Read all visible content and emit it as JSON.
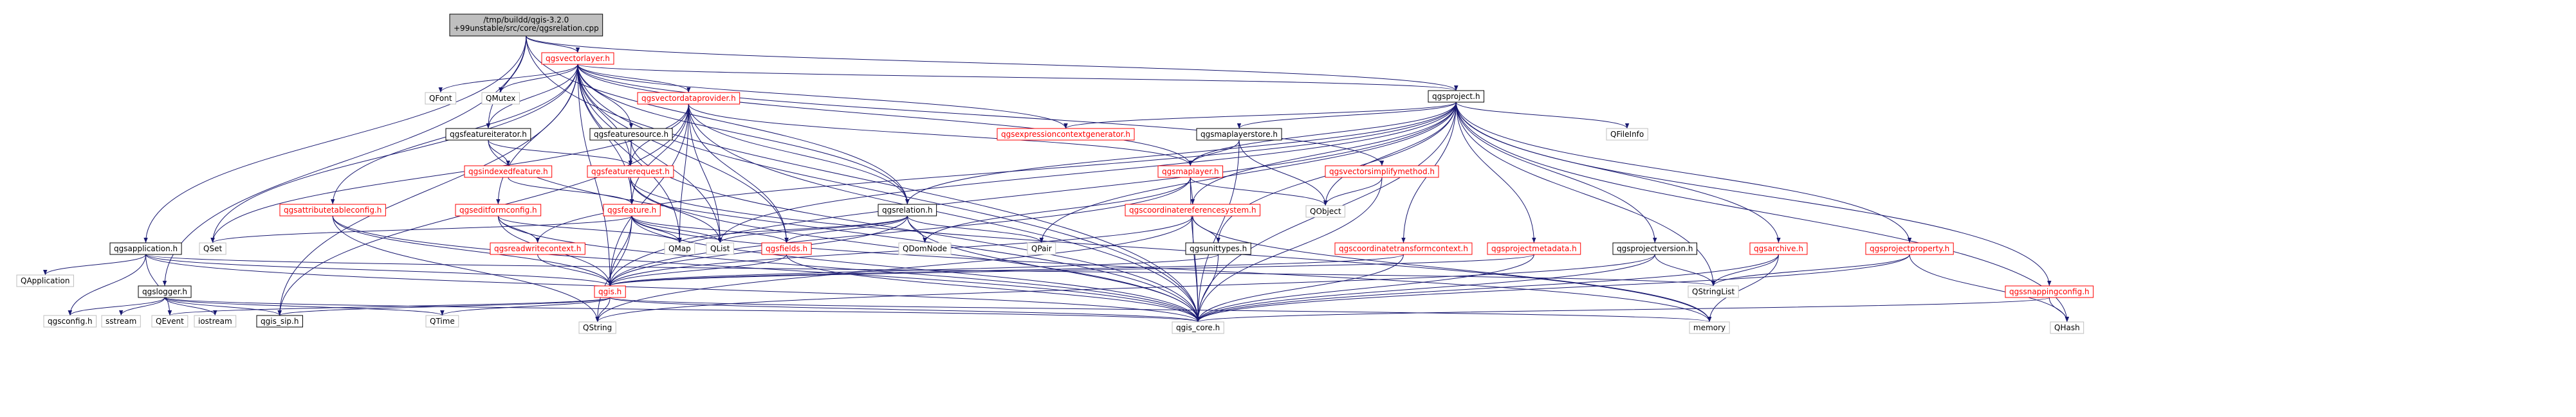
{
  "diagram": {
    "title": "/tmp/buildd/qgis-3.2.0+99unstable/src/core/qgsrelation.cpp",
    "root_lines": [
      "/tmp/buildd/qgis-3.2.0",
      "+99unstable/src/core/qgsrelation.cpp"
    ],
    "colors": {
      "edge": "#191970",
      "red_node": "#ff0000",
      "gray_node": "#bfbfbf",
      "root_fill": "#bfbfbf"
    },
    "nodes": [
      {
        "id": "root",
        "label": "/tmp/buildd/qgis-3.2.0 +99unstable/src/core/qgsrelation.cpp",
        "style": "root"
      },
      {
        "id": "qgsvectorlayer",
        "label": "qgsvectorlayer.h",
        "style": "red"
      },
      {
        "id": "qgsproject",
        "label": "qgsproject.h",
        "style": "black"
      },
      {
        "id": "qgsvectordataprovider",
        "label": "qgsvectordataprovider.h",
        "style": "red"
      },
      {
        "id": "qfont",
        "label": "QFont",
        "style": "gray"
      },
      {
        "id": "qmutex",
        "label": "QMutex",
        "style": "gray"
      },
      {
        "id": "qgsfeatureiterator",
        "label": "qgsfeatureiterator.h",
        "style": "black"
      },
      {
        "id": "qgsfeaturesource",
        "label": "qgsfeaturesource.h",
        "style": "black"
      },
      {
        "id": "qgsexpressioncontextgenerator",
        "label": "qgsexpressioncontextgenerator.h",
        "style": "red"
      },
      {
        "id": "qfileinfo",
        "label": "QFileInfo",
        "style": "gray"
      },
      {
        "id": "qgsmaplayerstore",
        "label": "qgsmaplayerstore.h",
        "style": "black"
      },
      {
        "id": "qgsvectorsimplifymethod",
        "label": "qgsvectorsimplifymethod.h",
        "style": "red"
      },
      {
        "id": "qgsindexedfeature",
        "label": "qgsindexedfeature.h",
        "style": "red"
      },
      {
        "id": "qgsfeaturerequest",
        "label": "qgsfeaturerequest.h",
        "style": "red"
      },
      {
        "id": "qgsmaplayer",
        "label": "qgsmaplayer.h",
        "style": "red"
      },
      {
        "id": "qobject",
        "label": "QObject",
        "style": "gray"
      },
      {
        "id": "qgsattributetableconfig",
        "label": "qgsattributetableconfig.h",
        "style": "red"
      },
      {
        "id": "qgseditformconfig",
        "label": "qgseditformconfig.h",
        "style": "red"
      },
      {
        "id": "qgsfeature",
        "label": "qgsfeature.h",
        "style": "red"
      },
      {
        "id": "qgsrelation",
        "label": "qgsrelation.h",
        "style": "black"
      },
      {
        "id": "qgscoordinatereferencesystem",
        "label": "qgscoordinatereferencesystem.h",
        "style": "red"
      },
      {
        "id": "qset",
        "label": "QSet",
        "style": "gray"
      },
      {
        "id": "qgsreadwritecontext",
        "label": "qgsreadwritecontext.h",
        "style": "red"
      },
      {
        "id": "qmap",
        "label": "QMap",
        "style": "gray"
      },
      {
        "id": "qlist",
        "label": "QList",
        "style": "gray"
      },
      {
        "id": "qgsfields",
        "label": "qgsfields.h",
        "style": "red"
      },
      {
        "id": "qdomnode",
        "label": "QDomNode",
        "style": "gray"
      },
      {
        "id": "qpair",
        "label": "QPair",
        "style": "gray"
      },
      {
        "id": "qgsunittypes",
        "label": "qgsunittypes.h",
        "style": "black"
      },
      {
        "id": "qgscoordinatetransformcontext",
        "label": "qgscoordinatetransformcontext.h",
        "style": "red"
      },
      {
        "id": "qgsprojectmetadata",
        "label": "qgsprojectmetadata.h",
        "style": "red"
      },
      {
        "id": "qgsprojectversion",
        "label": "qgsprojectversion.h",
        "style": "black"
      },
      {
        "id": "qgsarchive",
        "label": "qgsarchive.h",
        "style": "red"
      },
      {
        "id": "qgsprojectproperty",
        "label": "qgsprojectproperty.h",
        "style": "red"
      },
      {
        "id": "qgssnappingconfig",
        "label": "qgssnappingconfig.h",
        "style": "red"
      },
      {
        "id": "qgsapplication",
        "label": "qgsapplication.h",
        "style": "black"
      },
      {
        "id": "qapplication",
        "label": "QApplication",
        "style": "gray"
      },
      {
        "id": "qgslogger",
        "label": "qgslogger.h",
        "style": "black"
      },
      {
        "id": "qgis",
        "label": "qgis.h",
        "style": "red"
      },
      {
        "id": "qstringlist",
        "label": "QStringList",
        "style": "gray"
      },
      {
        "id": "qgsconfig",
        "label": "qgsconfig.h",
        "style": "gray"
      },
      {
        "id": "sstream",
        "label": "sstream",
        "style": "gray"
      },
      {
        "id": "qevent",
        "label": "QEvent",
        "style": "gray"
      },
      {
        "id": "iostream",
        "label": "iostream",
        "style": "gray"
      },
      {
        "id": "qgis_sip",
        "label": "qgis_sip.h",
        "style": "black"
      },
      {
        "id": "qtime",
        "label": "QTime",
        "style": "gray"
      },
      {
        "id": "qstring",
        "label": "QString",
        "style": "gray"
      },
      {
        "id": "qgis_core",
        "label": "qgis_core.h",
        "style": "gray"
      },
      {
        "id": "memory",
        "label": "memory",
        "style": "gray"
      },
      {
        "id": "qhash",
        "label": "QHash",
        "style": "gray"
      }
    ],
    "edges": [
      [
        "root",
        "qgsvectorlayer"
      ],
      [
        "root",
        "qgsproject"
      ],
      [
        "root",
        "qgsrelation"
      ],
      [
        "root",
        "qgsfeatureiterator"
      ],
      [
        "root",
        "qgsapplication"
      ],
      [
        "root",
        "qgslogger"
      ],
      [
        "root",
        "qgis_core"
      ],
      [
        "qgsvectorlayer",
        "qfont"
      ],
      [
        "qgsvectorlayer",
        "qmutex"
      ],
      [
        "qgsvectorlayer",
        "qgsvectordataprovider"
      ],
      [
        "qgsvectorlayer",
        "qgsfeatureiterator"
      ],
      [
        "qgsvectorlayer",
        "qgsfeaturesource"
      ],
      [
        "qgsvectorlayer",
        "qgsexpressioncontextgenerator"
      ],
      [
        "qgsvectorlayer",
        "qgsproject"
      ],
      [
        "qgsvectorlayer",
        "qgsvectorsimplifymethod"
      ],
      [
        "qgsvectorlayer",
        "qgsmaplayer"
      ],
      [
        "qgsvectorlayer",
        "qgsattributetableconfig"
      ],
      [
        "qgsvectorlayer",
        "qgseditformconfig"
      ],
      [
        "qgsvectorlayer",
        "qgsfeature"
      ],
      [
        "qgsvectorlayer",
        "qgsrelation"
      ],
      [
        "qgsvectorlayer",
        "qset"
      ],
      [
        "qgsvectorlayer",
        "qmap"
      ],
      [
        "qgsvectorlayer",
        "qlist"
      ],
      [
        "qgsvectorlayer",
        "qgsfields"
      ],
      [
        "qgsvectorlayer",
        "qgis"
      ],
      [
        "qgsvectorlayer",
        "qgis_sip"
      ],
      [
        "qgsvectorlayer",
        "qgsfeaturerequest"
      ],
      [
        "qgsvectorlayer",
        "qgis_core"
      ],
      [
        "qgsvectordataprovider",
        "qgsfeaturerequest"
      ],
      [
        "qgsvectordataprovider",
        "qgsfeature"
      ],
      [
        "qgsvectordataprovider",
        "qgsrelation"
      ],
      [
        "qgsvectordataprovider",
        "qgsfields"
      ],
      [
        "qgsvectordataprovider",
        "qmap"
      ],
      [
        "qgsvectordataprovider",
        "qlist"
      ],
      [
        "qgsvectordataprovider",
        "qset"
      ],
      [
        "qgsvectordataprovider",
        "qgis"
      ],
      [
        "qgsvectordataprovider",
        "qgis_core"
      ],
      [
        "qgsvectordataprovider",
        "qgis_sip"
      ],
      [
        "qgsvectordataprovider",
        "qgsmaplayer"
      ],
      [
        "qgsproject",
        "qgsexpressioncontextgenerator"
      ],
      [
        "qgsproject",
        "qfileinfo"
      ],
      [
        "qgsproject",
        "qgsmaplayerstore"
      ],
      [
        "qgsproject",
        "qgsmaplayer"
      ],
      [
        "qgsproject",
        "qobject"
      ],
      [
        "qgsproject",
        "qgscoordinatereferencesystem"
      ],
      [
        "qgsproject",
        "qgsunittypes"
      ],
      [
        "qgsproject",
        "qgscoordinatetransformcontext"
      ],
      [
        "qgsproject",
        "qgsprojectmetadata"
      ],
      [
        "qgsproject",
        "qgsprojectversion"
      ],
      [
        "qgsproject",
        "qgsarchive"
      ],
      [
        "qgsproject",
        "qgsprojectproperty"
      ],
      [
        "qgsproject",
        "qgssnappingconfig"
      ],
      [
        "qgsproject",
        "qstringlist"
      ],
      [
        "qgsproject",
        "qhash"
      ],
      [
        "qgsproject",
        "qgis_core"
      ],
      [
        "qgsproject",
        "qlist"
      ],
      [
        "qgsproject",
        "qpair"
      ],
      [
        "qgsproject",
        "qgsrelation"
      ],
      [
        "qgsproject",
        "qgsreadwritecontext"
      ],
      [
        "qgsproject",
        "qgis"
      ],
      [
        "qgsfeatureiterator",
        "qgsindexedfeature"
      ],
      [
        "qgsfeatureiterator",
        "qgsfeaturerequest"
      ],
      [
        "qgsfeatureiterator",
        "qgis_core"
      ],
      [
        "qgsfeaturesource",
        "qgsfeaturerequest"
      ],
      [
        "qgsfeaturesource",
        "qgis_core"
      ],
      [
        "qgsmaplayerstore",
        "qgsmaplayer"
      ],
      [
        "qgsmaplayerstore",
        "qobject"
      ],
      [
        "qgsmaplayerstore",
        "qgis_core"
      ],
      [
        "qgsvectorsimplifymethod",
        "qobject"
      ],
      [
        "qgsvectorsimplifymethod",
        "qgis_core"
      ],
      [
        "qgsindexedfeature",
        "qgsfeature"
      ],
      [
        "qgsfeaturerequest",
        "qgsfeature"
      ],
      [
        "qgsfeaturerequest",
        "qgis_core"
      ],
      [
        "qgsfeaturerequest",
        "qlist"
      ],
      [
        "qgsfeaturerequest",
        "memory"
      ],
      [
        "qgsmaplayer",
        "qobject"
      ],
      [
        "qgsmaplayer",
        "qgscoordinatereferencesystem"
      ],
      [
        "qgsmaplayer",
        "qgis"
      ],
      [
        "qgsmaplayer",
        "qdomnode"
      ],
      [
        "qgsmaplayer",
        "qgis_core"
      ],
      [
        "qgsattributetableconfig",
        "qgis_core"
      ],
      [
        "qgsattributetableconfig",
        "qstring"
      ],
      [
        "qgsattributetableconfig",
        "qgis"
      ],
      [
        "qgseditformconfig",
        "qgsreadwritecontext"
      ],
      [
        "qgseditformconfig",
        "qmap"
      ],
      [
        "qgseditformconfig",
        "qgis"
      ],
      [
        "qgseditformconfig",
        "qgis_core"
      ],
      [
        "qgsfeature",
        "qmap"
      ],
      [
        "qgsfeature",
        "qlist"
      ],
      [
        "qgsfeature",
        "qset"
      ],
      [
        "qgsfeature",
        "qgsfields"
      ],
      [
        "qgsfeature",
        "qgis"
      ],
      [
        "qgsfeature",
        "qstring"
      ],
      [
        "qgsfeature",
        "qgis_core"
      ],
      [
        "qgsfeature",
        "memory"
      ],
      [
        "qgsrelation",
        "qlist"
      ],
      [
        "qgsrelation",
        "qdomnode"
      ],
      [
        "qgsrelation",
        "qpair"
      ],
      [
        "qgsrelation",
        "qgsfields"
      ],
      [
        "qgsrelation",
        "qgis"
      ],
      [
        "qgsrelation",
        "qgis_core"
      ],
      [
        "qgsrelation",
        "qmap"
      ],
      [
        "qgscoordinatereferencesystem",
        "qgsunittypes"
      ],
      [
        "qgscoordinatereferencesystem",
        "qgis"
      ],
      [
        "qgscoordinatereferencesystem",
        "qgis_core"
      ],
      [
        "qgscoordinatereferencesystem",
        "qstring"
      ],
      [
        "qgscoordinatereferencesystem",
        "memory"
      ],
      [
        "qgsreadwritecontext",
        "qgis"
      ],
      [
        "qgsfields",
        "qgis"
      ],
      [
        "qgsfields",
        "qgis_core"
      ],
      [
        "qgsunittypes",
        "qgis"
      ],
      [
        "qgsunittypes",
        "qgis_core"
      ],
      [
        "qgscoordinatetransformcontext",
        "qgis"
      ],
      [
        "qgscoordinatetransformcontext",
        "qgis_core"
      ],
      [
        "qgsprojectmetadata",
        "qgis"
      ],
      [
        "qgsprojectmetadata",
        "qgis_core"
      ],
      [
        "qgsprojectversion",
        "qstringlist"
      ],
      [
        "qgsprojectversion",
        "qgis_core"
      ],
      [
        "qgsprojectversion",
        "qstring"
      ],
      [
        "qgsarchive",
        "qgis_core"
      ],
      [
        "qgsarchive",
        "qstringlist"
      ],
      [
        "qgsarchive",
        "memory"
      ],
      [
        "qgsprojectproperty",
        "qstringlist"
      ],
      [
        "qgsprojectproperty",
        "qhash"
      ],
      [
        "qgsprojectproperty",
        "qgis_core"
      ],
      [
        "qgssnappingconfig",
        "qgis_core"
      ],
      [
        "qgssnappingconfig",
        "qhash"
      ],
      [
        "qgsapplication",
        "qapplication"
      ],
      [
        "qgsapplication",
        "qevent"
      ],
      [
        "qgsapplication",
        "qgis"
      ],
      [
        "qgsapplication",
        "qgsconfig"
      ],
      [
        "qgsapplication",
        "qstringlist"
      ],
      [
        "qgsapplication",
        "qgis_core"
      ],
      [
        "qgslogger",
        "iostream"
      ],
      [
        "qgslogger",
        "sstream"
      ],
      [
        "qgslogger",
        "qtime"
      ],
      [
        "qgslogger",
        "qgsconfig"
      ],
      [
        "qgslogger",
        "qgis_core"
      ],
      [
        "qgslogger",
        "qgis_sip"
      ],
      [
        "qgis",
        "qevent"
      ],
      [
        "qgis",
        "qgis_sip"
      ],
      [
        "qgis",
        "qtime"
      ],
      [
        "qgis",
        "qstring"
      ],
      [
        "qgis",
        "qgis_core"
      ],
      [
        "qgis",
        "memory"
      ]
    ]
  }
}
